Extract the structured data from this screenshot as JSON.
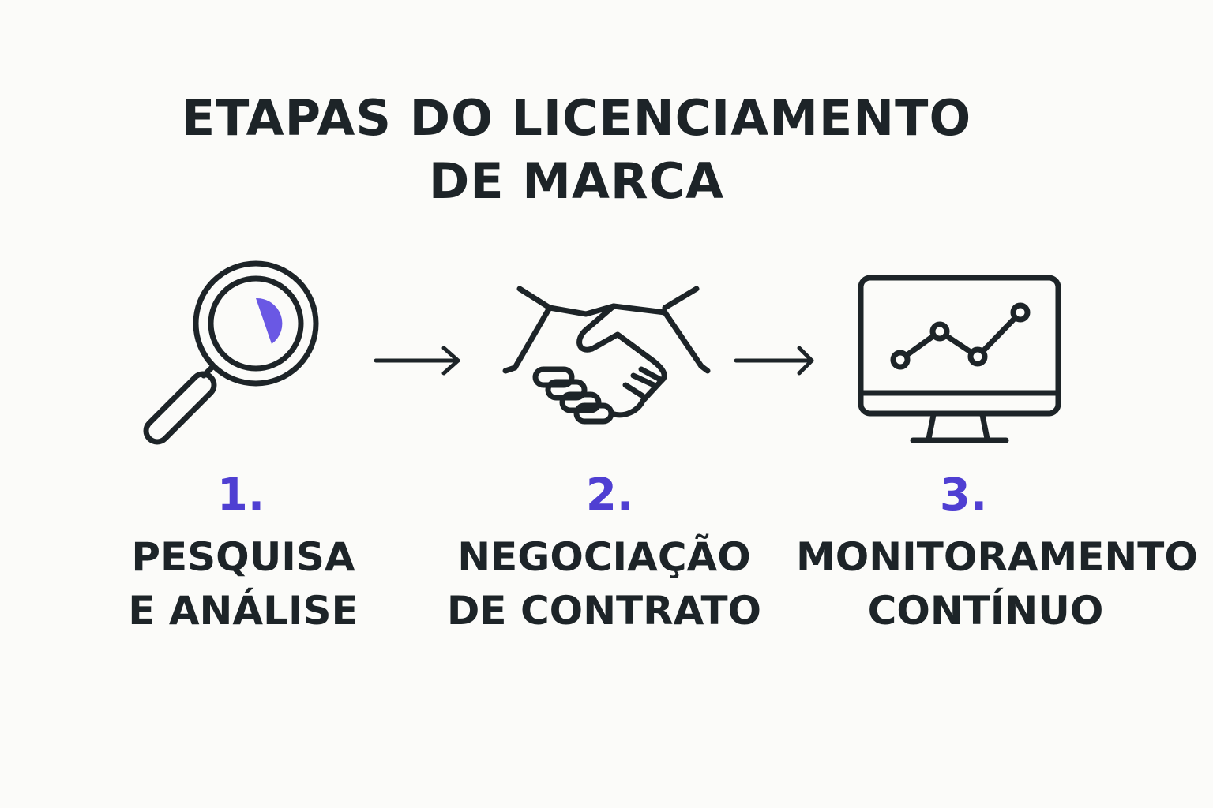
{
  "title": {
    "line1": "ETAPAS DO LICENCIAMENTO",
    "line2": "DE MARCA"
  },
  "colors": {
    "accent": "#4f3fd2",
    "ink": "#1d2428",
    "background": "#fbfbf9"
  },
  "steps": [
    {
      "number": "1.",
      "label_line1": "PESQUISA",
      "label_line2": "E ANÁLISE",
      "icon": "magnifying-glass-icon"
    },
    {
      "number": "2.",
      "label_line1": "NEGOCIAÇÃO",
      "label_line2": "DE CONTRATO",
      "icon": "handshake-icon"
    },
    {
      "number": "3.",
      "label_line1": "MONITORAMENTO",
      "label_line2": "CONTÍNUO",
      "icon": "monitor-chart-icon"
    }
  ]
}
